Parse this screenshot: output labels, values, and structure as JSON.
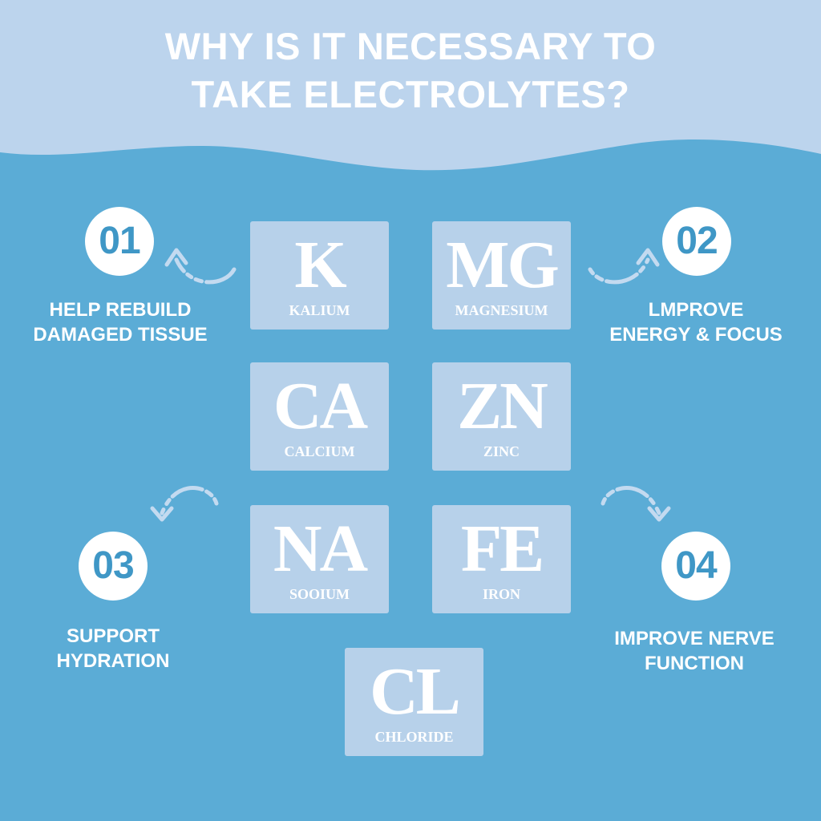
{
  "colors": {
    "background": "#5bacd6",
    "wave": "#bcd4ed",
    "tile": "#b7d1ea",
    "badge_text": "#3f97c6",
    "text": "#ffffff"
  },
  "title": {
    "line1": "WHY IS IT NECESSARY TO",
    "line2": "TAKE ELECTROLYTES?"
  },
  "elements": [
    {
      "symbol": "K",
      "name": "KALIUM"
    },
    {
      "symbol": "MG",
      "name": "MAGNESIUM"
    },
    {
      "symbol": "CA",
      "name": "CALCIUM"
    },
    {
      "symbol": "ZN",
      "name": "ZINC"
    },
    {
      "symbol": "NA",
      "name": "SOOIUM"
    },
    {
      "symbol": "FE",
      "name": "IRON"
    },
    {
      "symbol": "CL",
      "name": "CHLORIDE"
    }
  ],
  "benefits": [
    {
      "number": "01",
      "line1": "HELP REBUILD",
      "line2": "DAMAGED TISSUE"
    },
    {
      "number": "02",
      "line1": "LMPROVE",
      "line2": "ENERGY & FOCUS"
    },
    {
      "number": "03",
      "line1": "SUPPORT",
      "line2": "HYDRATION"
    },
    {
      "number": "04",
      "line1": "IMPROVE NERVE",
      "line2": "FUNCTION"
    }
  ],
  "icons": {
    "arrow_top_left": "curved-arrow-icon",
    "arrow_top_right": "curved-arrow-icon",
    "arrow_bottom_left": "curved-arrow-icon",
    "arrow_bottom_right": "curved-arrow-icon"
  }
}
